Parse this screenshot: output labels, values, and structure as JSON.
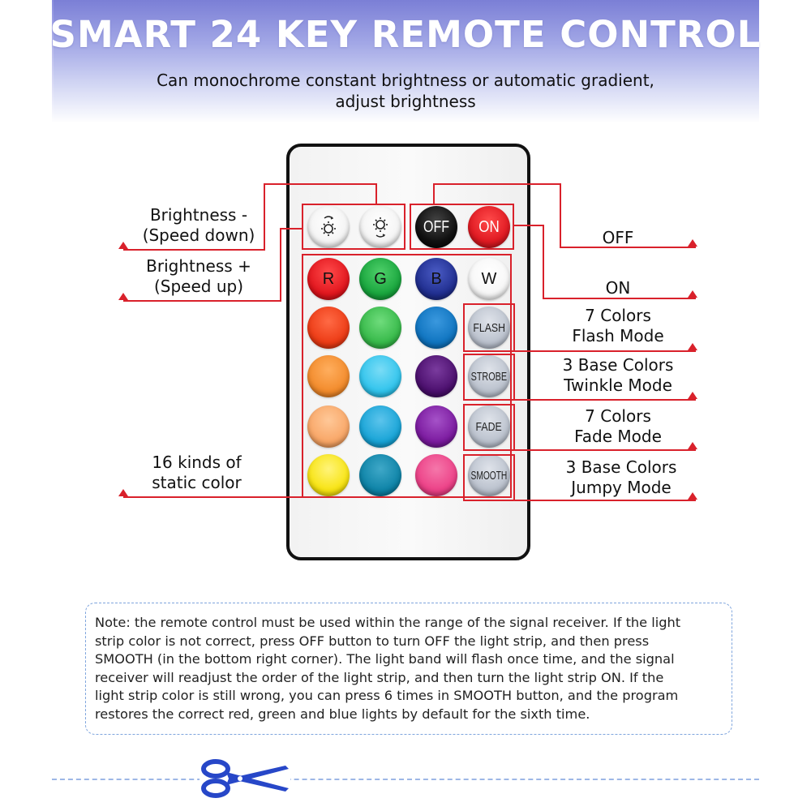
{
  "header": {
    "title": "SMART 24 KEY REMOTE CONTROL",
    "subtitle_lines": [
      "Can monochrome constant brightness or automatic gradient,",
      "adjust brightness"
    ]
  },
  "remote": {
    "top_buttons": [
      {
        "name": "brightness-down",
        "icon": "sun-arrow-up-icon",
        "color": "#ffffff"
      },
      {
        "name": "brightness-up",
        "icon": "sun-arrow-down-icon",
        "color": "#ffffff"
      },
      {
        "name": "off",
        "label": "OFF",
        "color": "#111111"
      },
      {
        "name": "on",
        "label": "ON",
        "color": "#e01a22"
      }
    ],
    "color_rows": [
      [
        {
          "label": "R",
          "color": "#e0141c"
        },
        {
          "label": "G",
          "color": "#17a43c"
        },
        {
          "label": "B",
          "color": "#1f2d8e"
        },
        {
          "label": "W",
          "color": "#ffffff"
        }
      ],
      [
        {
          "label": "",
          "color": "#ec3a14"
        },
        {
          "label": "",
          "color": "#35b848"
        },
        {
          "label": "",
          "color": "#0e73bf"
        },
        {
          "label": "FLASH",
          "color": "#b9c0cc"
        }
      ],
      [
        {
          "label": "",
          "color": "#f28a2a"
        },
        {
          "label": "",
          "color": "#2ec3ec"
        },
        {
          "label": "",
          "color": "#4a0e6c"
        },
        {
          "label": "STROBE",
          "color": "#b9c0cc"
        }
      ],
      [
        {
          "label": "",
          "color": "#f8a565"
        },
        {
          "label": "",
          "color": "#16a3d6"
        },
        {
          "label": "",
          "color": "#7a199e"
        },
        {
          "label": "FADE",
          "color": "#b9c0cc"
        }
      ],
      [
        {
          "label": "",
          "color": "#f7e30e"
        },
        {
          "label": "",
          "color": "#0c82a6"
        },
        {
          "label": "",
          "color": "#ec3f86"
        },
        {
          "label": "SMOOTH",
          "color": "#b9c0cc"
        }
      ]
    ]
  },
  "callouts": {
    "brightness_down": [
      "Brightness -",
      "(Speed down)"
    ],
    "brightness_up": [
      "Brightness +",
      "(Speed up)"
    ],
    "static_color": [
      "16 kinds of",
      "static color"
    ],
    "off": [
      "OFF"
    ],
    "on": [
      "ON"
    ],
    "flash": [
      "7 Colors",
      "Flash Mode"
    ],
    "strobe": [
      "3 Base Colors",
      "Twinkle Mode"
    ],
    "fade": [
      "7 Colors",
      "Fade Mode"
    ],
    "smooth": [
      "3 Base Colors",
      "Jumpy Mode"
    ]
  },
  "accent_color": "#d9212b",
  "note": {
    "lines": [
      "Note: the remote control must be used within the range of the signal receiver. If the light",
      "strip color is not correct, press OFF button to turn OFF the light strip, and then press",
      "SMOOTH (in the bottom right corner). The light band will flash once time, and the signal",
      "receiver will readjust the order of the light strip, and then turn the light strip ON. If the",
      "light strip color is still wrong, you can press 6 times in SMOOTH button, and the program",
      "restores the correct red, green and blue lights by default for the sixth time."
    ]
  },
  "footer": {
    "icon": "scissors-icon"
  }
}
